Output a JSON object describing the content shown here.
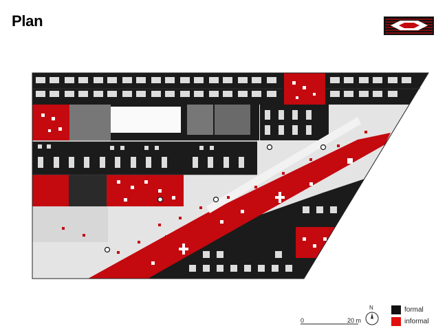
{
  "title": "Plan",
  "legend": [
    {
      "label": "formal",
      "color": "#111111"
    },
    {
      "label": "informal",
      "color": "#e01010"
    }
  ],
  "scale": {
    "start": "0",
    "end": "20 m"
  },
  "north": "N",
  "colors": {
    "formal": "#1a1a1a",
    "informal": "#c4090f",
    "circulation": "#e6e6e6",
    "background": "#ffffff"
  },
  "icons": [
    "key-plan-icon",
    "north-arrow-icon"
  ]
}
